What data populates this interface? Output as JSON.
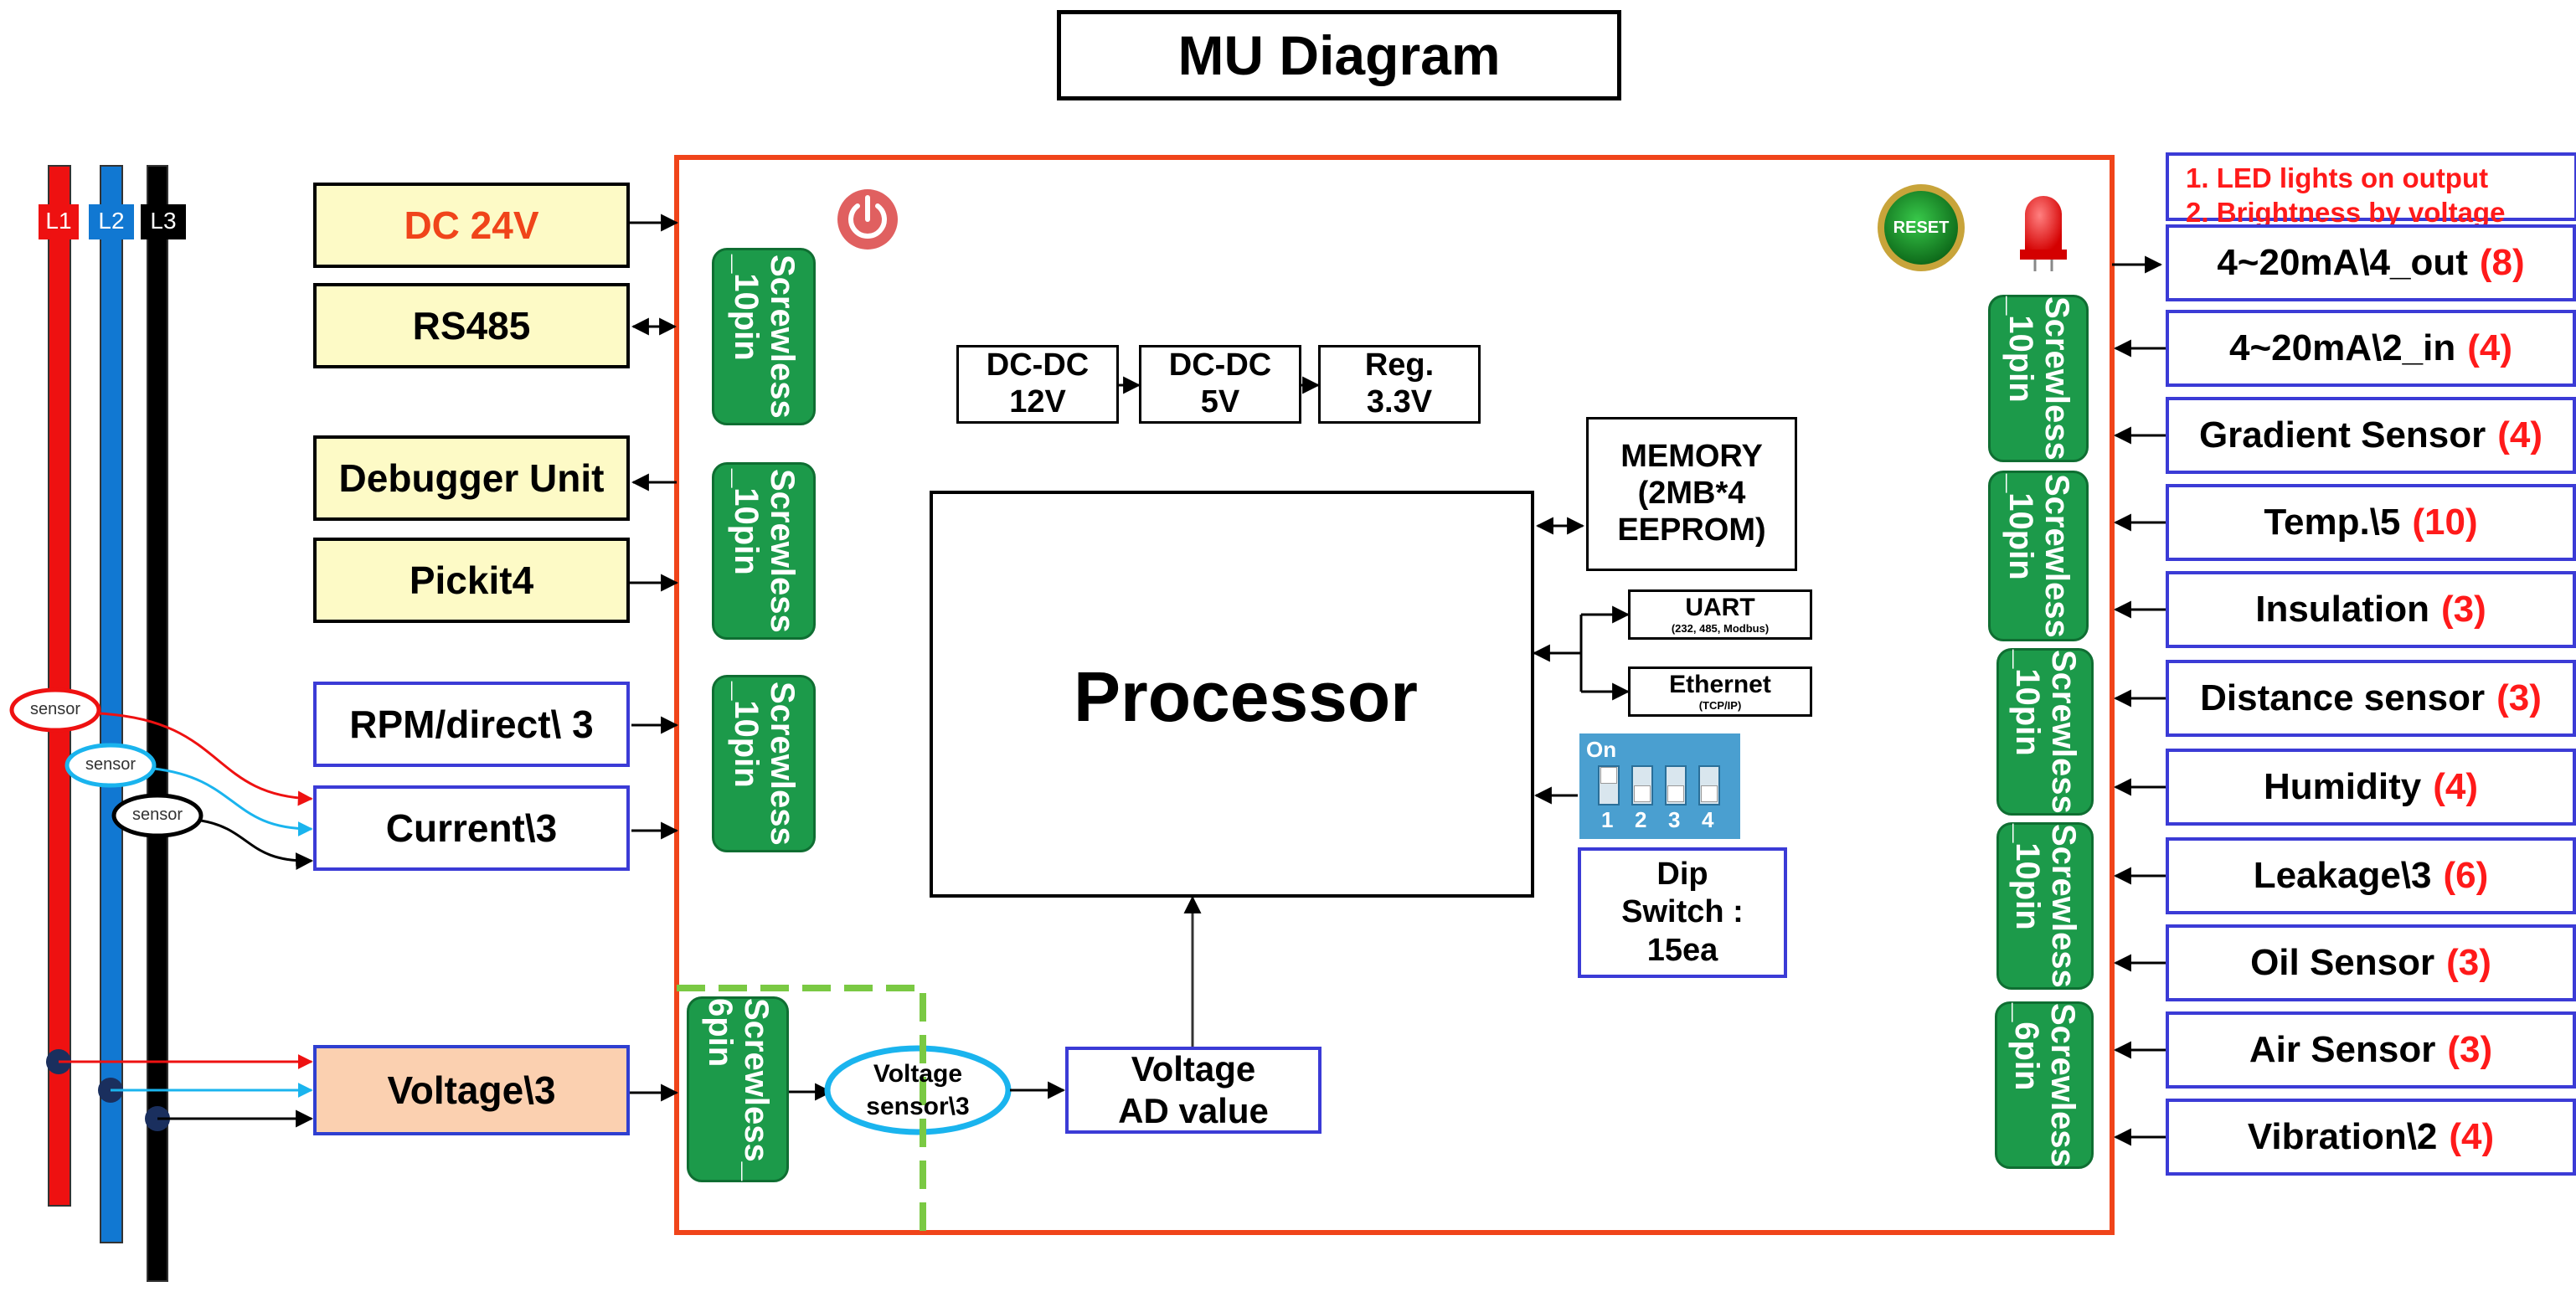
{
  "title": "MU Diagram",
  "phase_bars": [
    {
      "label": "L1",
      "color": "#ee1111"
    },
    {
      "label": "L2",
      "color": "#1178d2"
    },
    {
      "label": "L3",
      "color": "#000000"
    }
  ],
  "sensor_tags": [
    "sensor",
    "sensor",
    "sensor"
  ],
  "left_inputs": {
    "dc24v": "DC 24V",
    "rs485": "RS485",
    "debugger": "Debugger Unit",
    "pickit": "Pickit4",
    "rpm": "RPM/direct\\ 3",
    "current": "Current\\3",
    "voltage": "Voltage\\3"
  },
  "connectors": {
    "c10": "Screwless\n_10pin",
    "c6_left": "Screwless_\n6pin",
    "c6_right": "Screwless\n_6pin"
  },
  "power_chain": [
    {
      "line1": "DC-DC",
      "line2": "12V"
    },
    {
      "line1": "DC-DC",
      "line2": "5V"
    },
    {
      "line1": "Reg.",
      "line2": "3.3V"
    }
  ],
  "processor": "Processor",
  "memory": {
    "line1": "MEMORY",
    "line2": "(2MB*4",
    "line3": "EEPROM)"
  },
  "uart": {
    "title": "UART",
    "sub": "(232, 485, Modbus)"
  },
  "ethernet": {
    "title": "Ethernet",
    "sub": "(TCP/IP)"
  },
  "dip_switch": {
    "on_label": "On",
    "numbers": [
      "1",
      "2",
      "3",
      "4"
    ],
    "line1": "Dip",
    "line2": "Switch :",
    "line3": "15ea"
  },
  "voltage_sensor": {
    "line1": "Voltage",
    "line2": "sensor\\3"
  },
  "voltage_ad": {
    "line1": "Voltage",
    "line2": "AD value"
  },
  "reset_label": "RESET",
  "led_note": {
    "line1": "1. LED lights on output",
    "line2": "2. Brightness by voltage"
  },
  "right_ports": [
    {
      "label": "4~20mA\\4_out",
      "count": "(8)"
    },
    {
      "label": "4~20mA\\2_in",
      "count": "(4)"
    },
    {
      "label": "Gradient Sensor",
      "count": "(4)"
    },
    {
      "label": "Temp.\\5",
      "count": "(10)"
    },
    {
      "label": "Insulation",
      "count": "(3)"
    },
    {
      "label": "Distance sensor",
      "count": "(3)"
    },
    {
      "label": "Humidity",
      "count": "(4)"
    },
    {
      "label": "Leakage\\3",
      "count": "(6)"
    },
    {
      "label": "Oil Sensor",
      "count": "(3)"
    },
    {
      "label": "Air Sensor",
      "count": "(3)"
    },
    {
      "label": "Vibration\\2",
      "count": "(4)"
    }
  ],
  "colors": {
    "board_border": "#f0441a",
    "connector": "#1c9a4a",
    "accent_red": "#ff1a1a",
    "accent_cyan": "#1ab4ee",
    "dashed_green": "#7ac943"
  }
}
